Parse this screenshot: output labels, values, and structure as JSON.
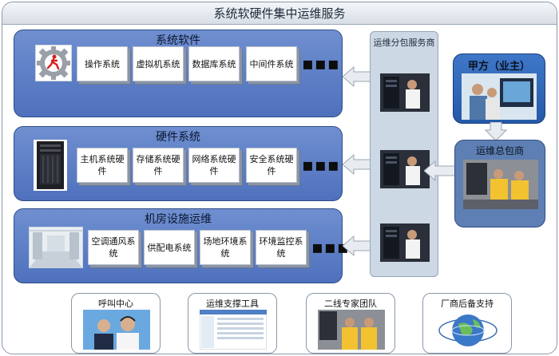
{
  "title": "系统软硬件集中运维服务",
  "groups": {
    "software": {
      "title": "系统软件",
      "items": [
        "操作系统",
        "虚拟机系统",
        "数据库系统",
        "中间件系统"
      ]
    },
    "hardware": {
      "title": "硬件系统",
      "items": [
        "主机系统硬件",
        "存储系统硬件",
        "网络系统硬件",
        "安全系统硬件"
      ]
    },
    "facility": {
      "title": "机房设施运维",
      "items": [
        "空调通风系统",
        "供配电系统",
        "场地环境系统",
        "环境监控系统"
      ]
    }
  },
  "ellipsis": "▪▪▪",
  "subcontractor": {
    "title": "运维分包服务商"
  },
  "client": {
    "title": "甲方（业主）"
  },
  "main_contractor": {
    "title": "运维总包商"
  },
  "bottom": [
    "呼叫中心",
    "运维支撑工具",
    "二线专家团队",
    "厂商后备支持"
  ],
  "colors": {
    "group_fill": "#5a7cc4",
    "arrow_fill": "#e8ecf1",
    "client_fill": "#2f6bbd"
  }
}
